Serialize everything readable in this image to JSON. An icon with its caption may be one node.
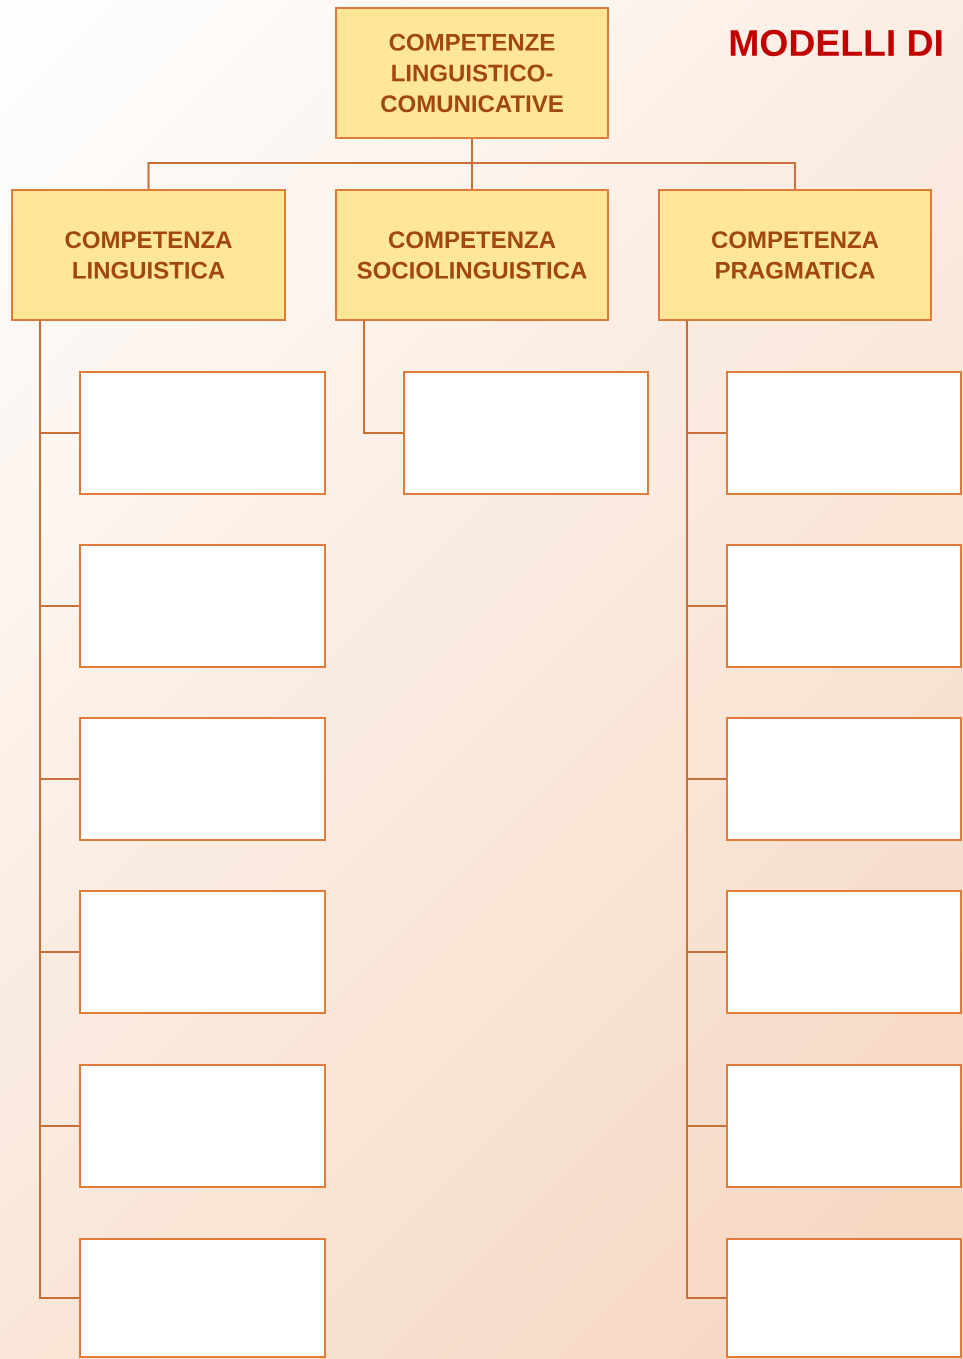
{
  "diagram": {
    "title": "MODELLI DI",
    "nodes": [
      {
        "text": [
          "COMPETENZE LINGUISTICO-COMUNICATIVE"
        ]
      },
      {
        "text": [
          "COMPETENZA LINGUISTICA"
        ]
      },
      {
        "text": [
          "COMPETENZA SOCIOLINGUISTICA"
        ]
      },
      {
        "text": [
          "COMPETENZA PRAGMATICA"
        ]
      },
      {
        "text": [],
        "shape": "box"
      },
      {
        "text": [],
        "shape": "box"
      },
      {
        "text": [],
        "shape": "box"
      },
      {
        "text": [],
        "shape": "box"
      },
      {
        "text": [],
        "shape": "box"
      },
      {
        "text": [],
        "shape": "box"
      },
      {
        "text": [],
        "shape": "box"
      },
      {
        "text": [],
        "shape": "box"
      },
      {
        "text": [],
        "shape": "box"
      },
      {
        "text": [],
        "shape": "box"
      },
      {
        "text": [],
        "shape": "box"
      },
      {
        "text": [],
        "shape": "box"
      },
      {
        "text": [],
        "shape": "box"
      }
    ],
    "edges": [
      {
        "from": 0,
        "to": 1,
        "arrow": "none"
      },
      {
        "from": 0,
        "to": 2,
        "arrow": "none"
      },
      {
        "from": 0,
        "to": 3,
        "arrow": "none"
      },
      {
        "from": 1,
        "to": 4,
        "arrow": "none"
      },
      {
        "from": 1,
        "to": 5,
        "arrow": "none"
      },
      {
        "from": 1,
        "to": 6,
        "arrow": "none"
      },
      {
        "from": 1,
        "to": 7,
        "arrow": "none"
      },
      {
        "from": 1,
        "to": 8,
        "arrow": "none"
      },
      {
        "from": 1,
        "to": 9,
        "arrow": "none"
      },
      {
        "from": 2,
        "to": 10,
        "arrow": "none"
      },
      {
        "from": 3,
        "to": 11,
        "arrow": "none"
      },
      {
        "from": 3,
        "to": 12,
        "arrow": "none"
      },
      {
        "from": 3,
        "to": 13,
        "arrow": "none"
      },
      {
        "from": 3,
        "to": 14,
        "arrow": "none"
      },
      {
        "from": 3,
        "to": 15,
        "arrow": "none"
      },
      {
        "from": 3,
        "to": 16,
        "arrow": "none"
      }
    ]
  }
}
